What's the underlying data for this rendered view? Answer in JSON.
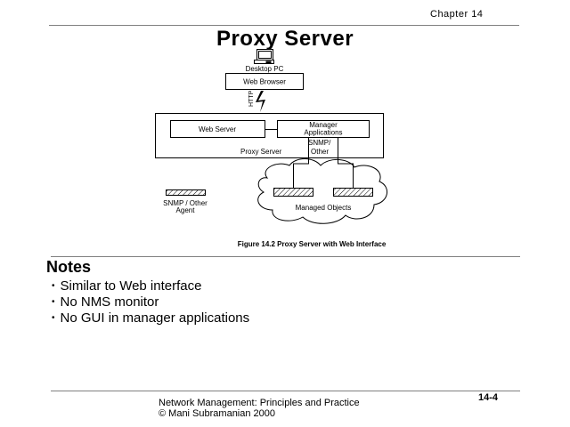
{
  "header": {
    "chapter": "Chapter 14"
  },
  "slide": {
    "title": "Proxy Server"
  },
  "diagram": {
    "desktop_pc_label": "Desktop PC",
    "web_browser_label": "Web Browser",
    "http_label": "HTTP",
    "web_server_label": "Web Server",
    "manager_applications_label_line1": "Manager",
    "manager_applications_label_line2": "Applications",
    "proxy_server_label": "Proxy Server",
    "snmp_other_line1": "SNMP/",
    "snmp_other_line2": "Other",
    "managed_objects_label": "Managed Objects",
    "legend_agent_line1": "SNMP / Other",
    "legend_agent_line2": "Agent",
    "caption": "Figure 14.2 Proxy Server with Web Interface"
  },
  "notes": {
    "heading": "Notes",
    "items": [
      "Similar to Web interface",
      "No NMS monitor",
      "No GUI in manager applications"
    ]
  },
  "footer": {
    "line1": "Network Management: Principles and Practice",
    "line2": "© Mani Subramanian 2000",
    "page": "14-4"
  }
}
